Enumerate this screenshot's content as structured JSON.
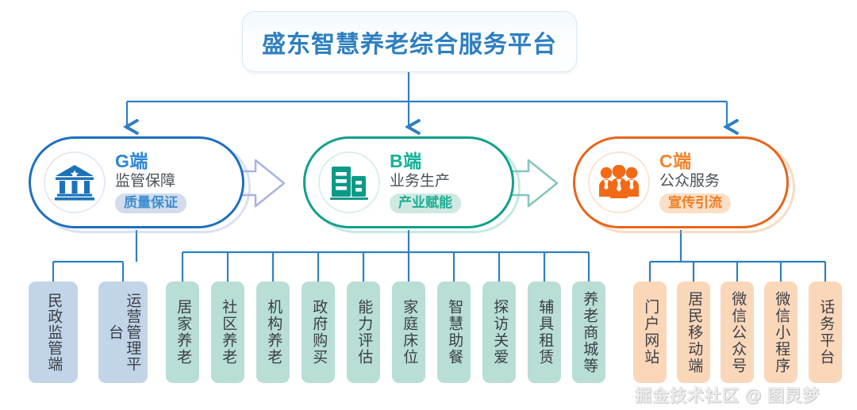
{
  "title": {
    "text": "盛东智慧养老综合服务平台"
  },
  "sections": [
    {
      "code": "G端",
      "subtitle": "监管保障",
      "badge": "质量保证",
      "color": "#2e86d4",
      "border_color": "#1d6fc0",
      "badge_bg": "#d2dced",
      "icon": "government-building-icon",
      "children": [
        "民政监管端",
        "运营管理平台"
      ]
    },
    {
      "code": "B端",
      "subtitle": "业务生产",
      "badge": "产业赋能",
      "color": "#14b196",
      "border_color": "#10a08a",
      "badge_bg": "#cfe9e2",
      "icon": "office-building-icon",
      "children": [
        "居家养老",
        "社区养老",
        "机构养老",
        "政府购买",
        "能力评估",
        "家庭床位",
        "智慧助餐",
        "探访关爱",
        "辅具租赁",
        "养老商城等"
      ]
    },
    {
      "code": "C端",
      "subtitle": "公众服务",
      "badge": "宣传引流",
      "color": "#f1832c",
      "border_color": "#e8641a",
      "badge_bg": "#fbdfc6",
      "icon": "people-group-icon",
      "children": [
        "门户网站",
        "居民移动端",
        "微信公众号",
        "微信小程序",
        "话务平台"
      ]
    }
  ],
  "watermark": {
    "text": "掘金技术社区 @ 图灵梦"
  },
  "connector_color": "#2f7fc1"
}
